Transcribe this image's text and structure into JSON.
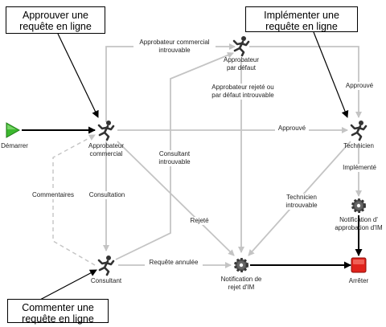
{
  "callouts": {
    "approve": "Approuver une\nrequête en ligne",
    "implement": "Implémenter une\nrequête en ligne",
    "comment": "Commenter une\nrequête en ligne"
  },
  "nodes": {
    "start": "Démarrer",
    "commercial_approver": "Approbateur\ncommercial",
    "default_approver": "Approbateur\npar défaut",
    "technician": "Technicien",
    "consultant": "Consultant",
    "rejection_notification": "Notification de\nrejet d'IM",
    "approval_notification": "Notification d'\napprobation d'IM",
    "stop": "Arrêter"
  },
  "edges": {
    "commercial_approver_unfound": "Approbateur commercial\nintrouvable",
    "rejected_or_default_unfound": "Approbateur rejeté ou\npar défaut introuvable",
    "approved_top": "Approuvé",
    "approved_mid": "Approuvé",
    "consultant_unfound": "Consultant\nintrouvable",
    "implemented": "Implémenté",
    "comments": "Commentaires",
    "consultation": "Consultation",
    "rejected": "Rejeté",
    "technician_unfound": "Technicien\nintrouvable",
    "request_cancelled": "Requête annulée"
  },
  "colors": {
    "flow_line": "#c4c4c4",
    "main_line": "#000000",
    "start_green": "#3cb82e",
    "stop_red": "#e0231c",
    "figure": "#333333"
  },
  "icons": {
    "start": "play-triangle-icon",
    "person": "running-person-icon",
    "notification": "gear-icon",
    "stop": "stop-square-icon"
  }
}
